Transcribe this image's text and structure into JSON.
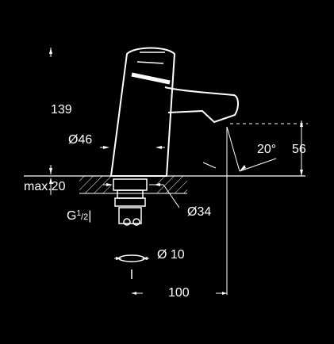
{
  "dimensions": {
    "height_total": "139",
    "body_diameter": "Ø46",
    "mount_max_thickness": "max.20",
    "thread_prefix": "G",
    "thread_num": "1",
    "thread_den": "/2",
    "thread_suffix": "|",
    "hole_diameter": "Ø34",
    "hose_diameter": "Ø 10",
    "spout_reach": "100",
    "spout_angle": "20°",
    "spout_height": "56"
  },
  "colors": {
    "background": "#000000",
    "lines": "#ffffff"
  }
}
